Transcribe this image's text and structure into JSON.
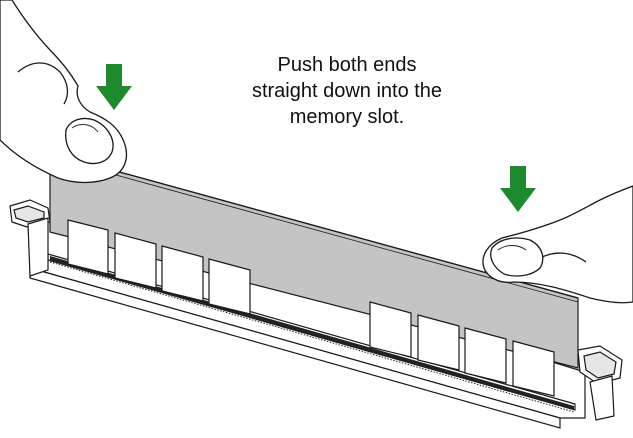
{
  "caption": {
    "lines": [
      "Push both ends",
      "straight down into the",
      "memory slot."
    ]
  },
  "colors": {
    "module": "#c4c4c4",
    "outline": "#1a1a1a",
    "arrow": "#1d8a2e",
    "slot": "#ffffff",
    "pins": "#222222"
  },
  "icons": {
    "left_arrow": "down-arrow-icon",
    "right_arrow": "down-arrow-icon"
  }
}
